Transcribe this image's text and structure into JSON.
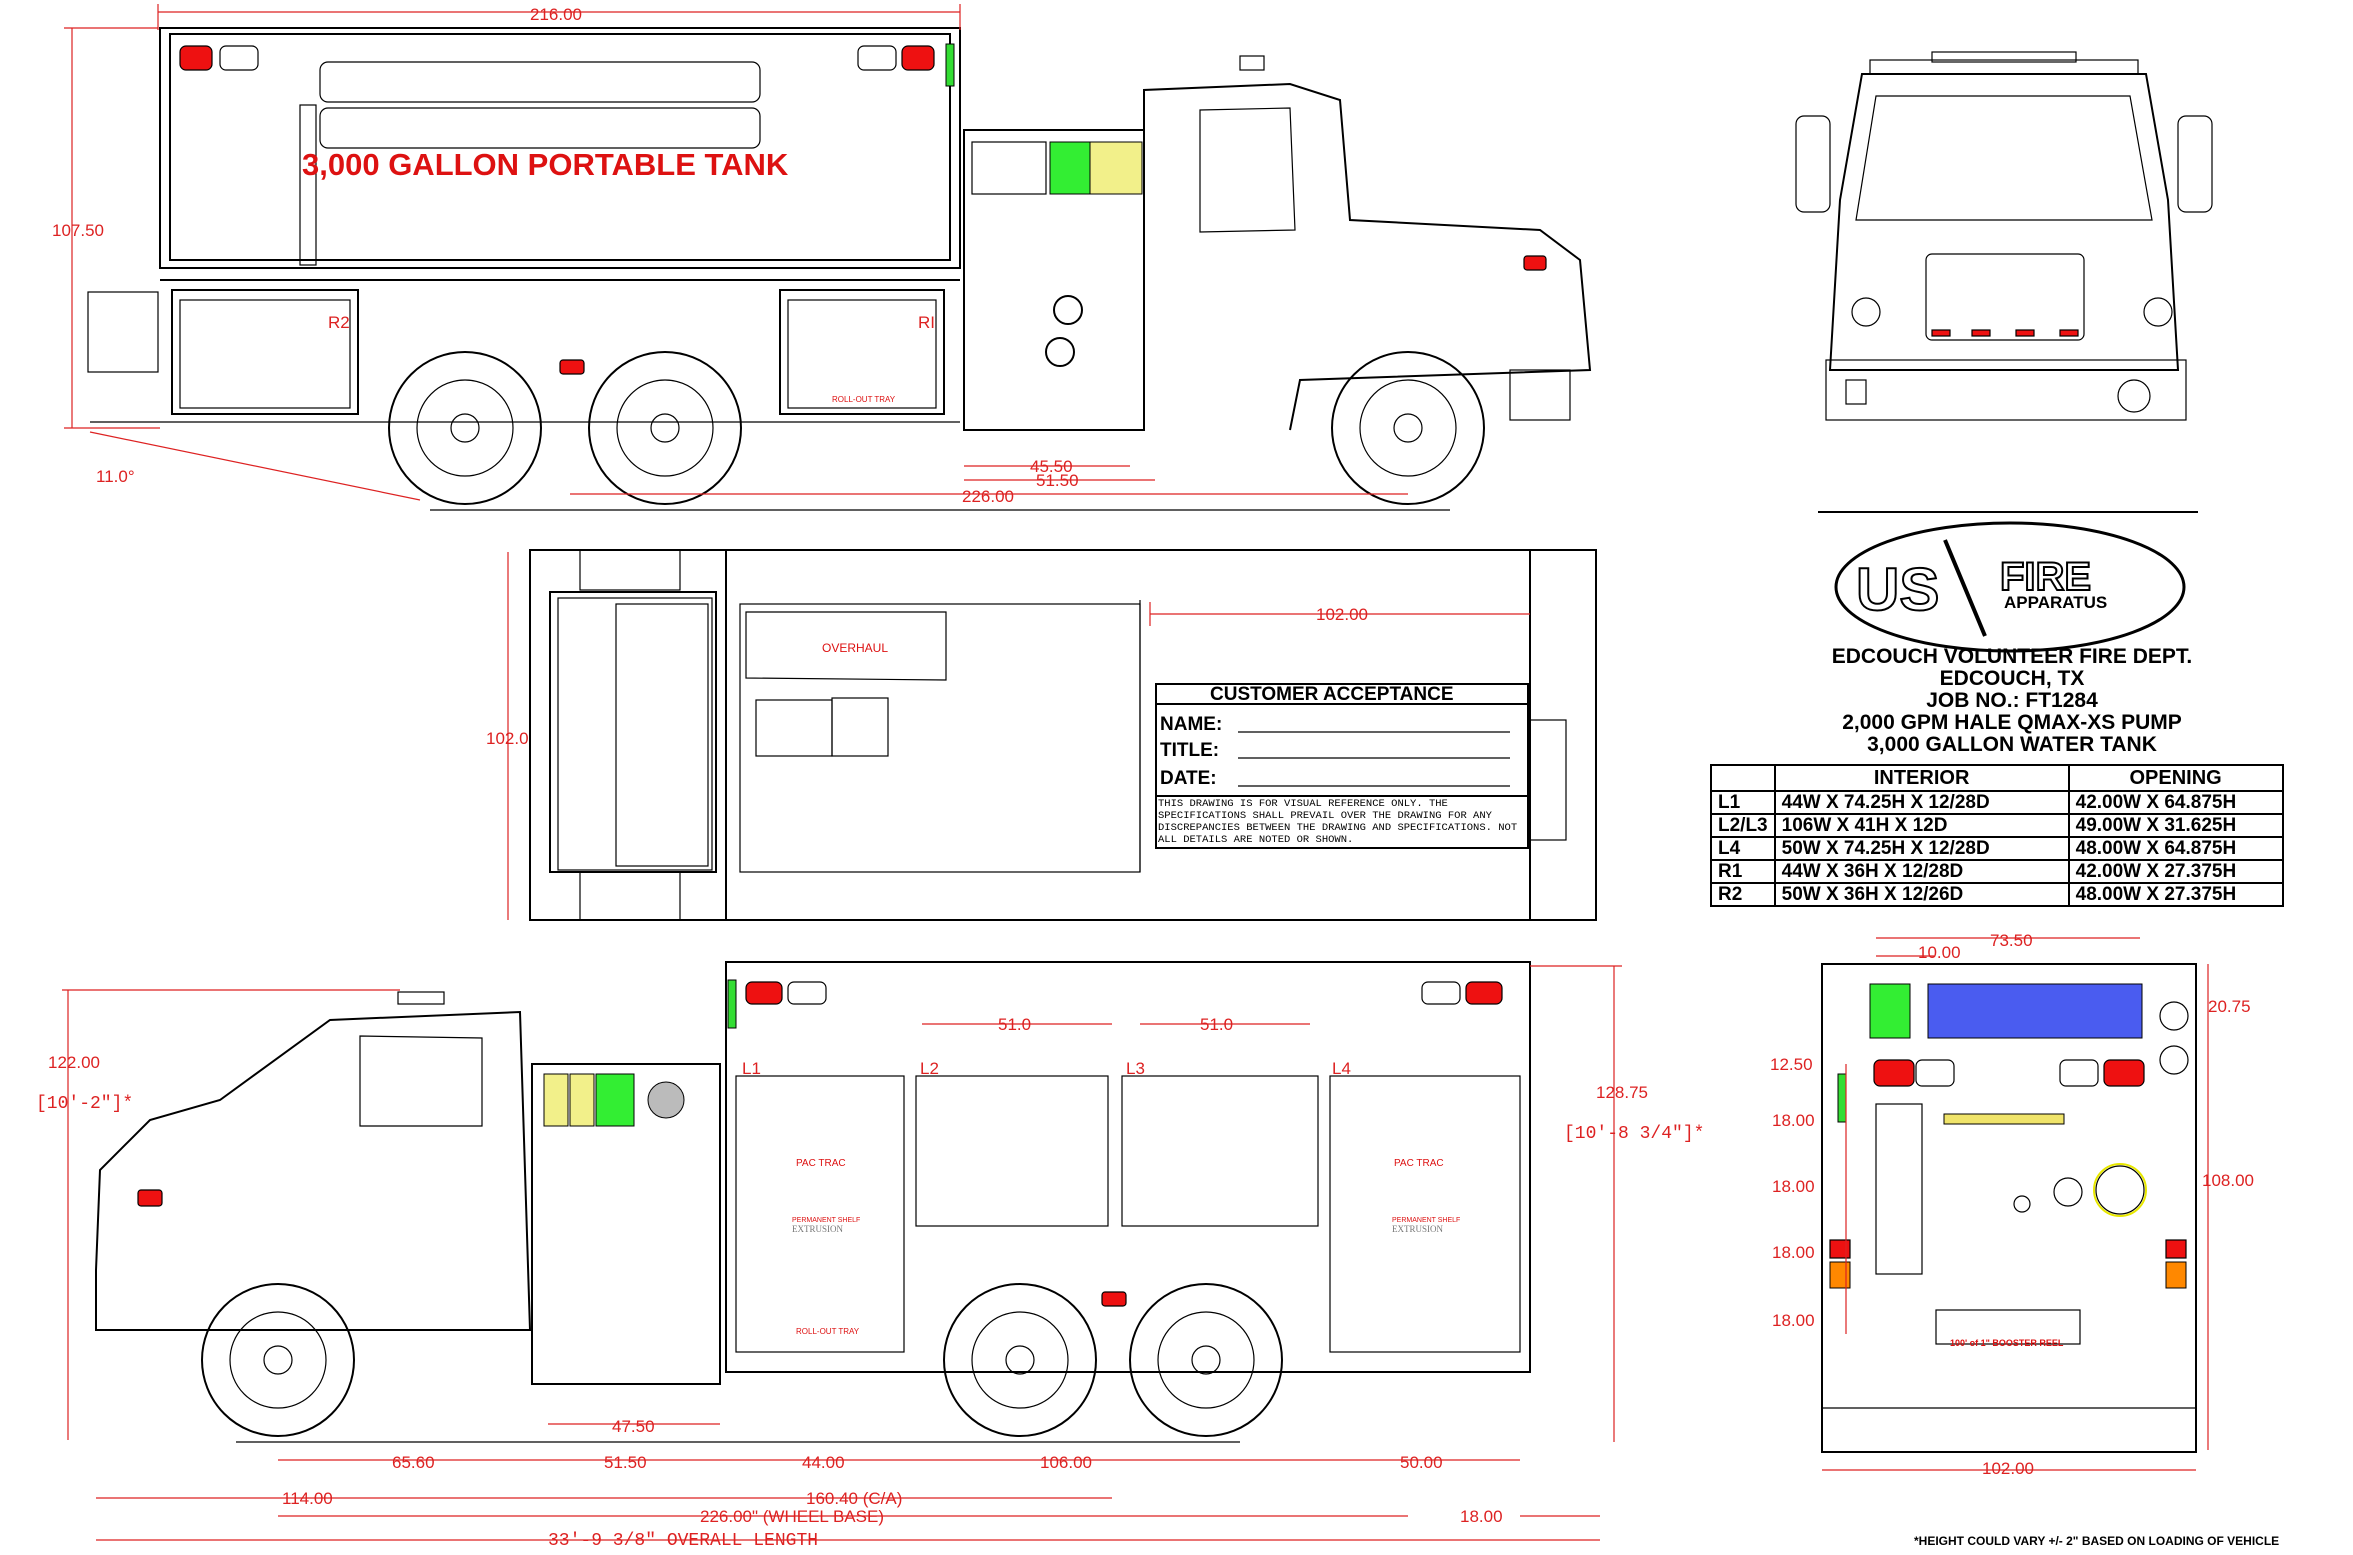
{
  "tank_label": "3,000 GALLON PORTABLE TANK",
  "top_view": {
    "dims": {
      "length": "216.00",
      "height": "107.50",
      "angle": "11.0°",
      "wheelbase": "226.00",
      "d1": "45.50",
      "d2": "51.50"
    },
    "compartments": {
      "r2": "R2",
      "r1": "RI"
    },
    "tray": "ROLL-OUT TRAY"
  },
  "plan_view": {
    "dims": {
      "width": "102.0",
      "length": "102.00"
    },
    "overhaul": "OVERHAUL",
    "acceptance": {
      "title": "CUSTOMER ACCEPTANCE",
      "name": "NAME:",
      "title_field": "TITLE:",
      "date": "DATE:",
      "disclaimer": "THIS DRAWING IS FOR VISUAL REFERENCE ONLY. THE SPECIFICATIONS SHALL PREVAIL OVER THE DRAWING FOR ANY DISCREPANCIES BETWEEN THE DRAWING AND SPECIFICATIONS. NOT ALL DETAILS ARE NOTED OR SHOWN."
    }
  },
  "side_view": {
    "dims": {
      "height": "122.00",
      "height_ft": "[10'-2\"]*",
      "rear_height": "128.75",
      "rear_height_ft": "[10'-8 3/4\"]*",
      "s1": "51.0",
      "s2": "51.0",
      "a": "47.50",
      "b": "65.60",
      "c": "51.50",
      "d": "44.00",
      "e": "106.00",
      "f": "50.00",
      "g": "114.00",
      "ca": "160.40 (C/A)",
      "wb": "226.00\" (WHEEL BASE)",
      "rear": "18.00",
      "overall": "33'-9 3/8\" OVERALL LENGTH"
    },
    "compartments": [
      "L1",
      "L2",
      "L3",
      "L4"
    ],
    "pac": "PAC TRAC",
    "shelf": "PERMANENT SHELF",
    "extrusion": "EXTRUSION",
    "tray": "ROLL-OUT TRAY"
  },
  "rear_view": {
    "dims": {
      "w1": "73.50",
      "w2": "10.00",
      "top": "20.75",
      "r1": "12.50",
      "r2": "18.00",
      "r3": "18.00",
      "r4": "18.00",
      "r5": "18.00",
      "h": "108.00",
      "bw": "102.00"
    },
    "reel": "100' of 1\" BOOSTER REEL"
  },
  "logo": {
    "us": "US",
    "fire": "FIRE",
    "apparatus": "APPARATUS"
  },
  "info": [
    "EDCOUCH VOLUNTEER FIRE DEPT.",
    "EDCOUCH, TX",
    "JOB NO.: FT1284",
    "2,000 GPM HALE QMAX-XS PUMP",
    "3,000 GALLON WATER TANK"
  ],
  "table": {
    "headers": [
      "",
      "INTERIOR",
      "OPENING"
    ],
    "rows": [
      [
        "L1",
        "44W X 74.25H X 12/28D",
        "42.00W X 64.875H"
      ],
      [
        "L2/L3",
        "106W X 41H X 12D",
        "49.00W X 31.625H"
      ],
      [
        "L4",
        "50W X 74.25H X 12/28D",
        "48.00W X 64.875H"
      ],
      [
        "R1",
        "44W X 36H X 12/28D",
        "42.00W X 27.375H"
      ],
      [
        "R2",
        "50W X 36H X 12/26D",
        "48.00W X 27.375H"
      ]
    ]
  },
  "footnote": "*HEIGHT COULD VARY +/- 2\" BASED ON LOADING OF VEHICLE",
  "colors": {
    "red": "#dd2222",
    "green": "#22ee22",
    "yellow": "#f0f08a",
    "blue": "#4a5cf0"
  }
}
